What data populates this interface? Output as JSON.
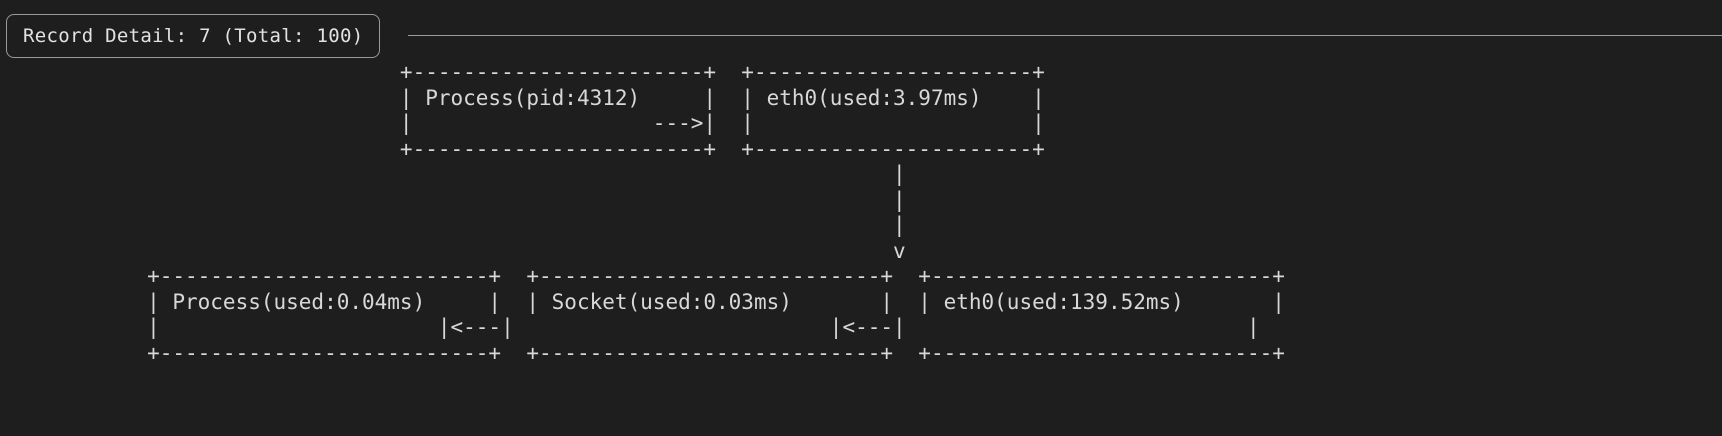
{
  "app": {
    "background_color": "#1e1e1e",
    "foreground_color": "#d8d8d8",
    "border_color": "#9a9a9a"
  },
  "header": {
    "title": "Record Detail: 7 (Total: 100)",
    "record_index": 7,
    "record_total": 100
  },
  "diagram": {
    "type": "ascii-box-graph",
    "nodes": [
      {
        "id": "process-pid",
        "label": "Process(pid:4312)",
        "row": "top",
        "column": 1
      },
      {
        "id": "eth0-top",
        "label": "eth0(used:3.97ms)",
        "row": "top",
        "column": 2
      },
      {
        "id": "process-used",
        "label": "Process(used:0.04ms)",
        "row": "bottom",
        "column": 1
      },
      {
        "id": "socket-used",
        "label": "Socket(used:0.03ms)",
        "row": "bottom",
        "column": 2
      },
      {
        "id": "eth0-bottom",
        "label": "eth0(used:139.52ms)",
        "row": "bottom",
        "column": 3
      }
    ],
    "edges": [
      {
        "from": "process-pid",
        "to": "eth0-top",
        "glyph": "--->",
        "direction": "right"
      },
      {
        "from": "eth0-top",
        "to": "eth0-bottom",
        "glyph": "v",
        "direction": "down"
      },
      {
        "from": "eth0-bottom",
        "to": "socket-used",
        "glyph": "<---",
        "direction": "left"
      },
      {
        "from": "socket-used",
        "to": "process-used",
        "glyph": "<---",
        "direction": "left"
      }
    ],
    "ascii_lines": [
      "                               +-----------------------+  +----------------------+",
      "                               | Process(pid:4312)     |  | eth0(used:3.97ms)    |",
      "                               |                   --->|  |                      |",
      "                               +-----------------------+  +----------------------+",
      "                                                                      |",
      "                                                                      |",
      "                                                                      |",
      "                                                                      v",
      "           +--------------------------+  +---------------------------+  +---------------------------+",
      "           | Process(used:0.04ms)     |  | Socket(used:0.03ms)       |  | eth0(used:139.52ms)       |",
      "           |                      |<---|                         |<---|                           |",
      "           +--------------------------+  +---------------------------+  +---------------------------+"
    ]
  }
}
